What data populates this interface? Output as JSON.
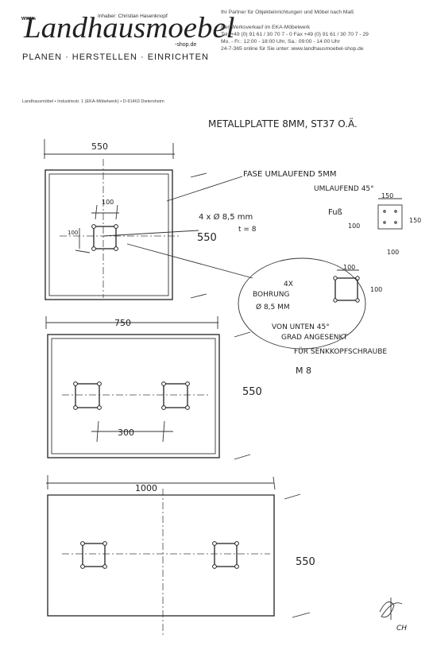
{
  "letterhead": {
    "www": "www.",
    "brand": "Landhausmoebel",
    "owner": "Inhaber: Christian Hasenknopf",
    "shop_suffix": "-shop.de",
    "tagline": "PLANEN · HERSTELLEN · EINRICHTEN",
    "partner_line": "Ihr Partner für Objekteinrichtungen und Möbel nach Maß",
    "contact_lines": [
      "Der Werksverkauf im EKA-Möbelwerk",
      "Tel. +49 (0) 91 61 / 30 70 7 - 0 Fax +49 (0) 91 61 / 30 70 7 - 29",
      "Mo. - Fr.: 12:00 - 18:00 Uhr, Sa.: 09:00 - 14:00 Uhr",
      "24-7-365 online für Sie unter: www.landhausmoebel-shop.de"
    ],
    "sender_line": "Landhausmöbel • Industriestr. 1 (EKA-Möbelwerk) • D-91463 Dietersheim"
  },
  "notes": {
    "title": "METALLPLATTE 8MM, ST37 O.Ä.",
    "fase": "FASE UMLAUFEND 5MM",
    "umlaufend": "UMLAUFEND 45°",
    "fuss": "Fuß",
    "holes": "4 x Ø 8,5 mm",
    "t": "t = 8",
    "bubble": [
      "4X",
      "BOHRUNG",
      "Ø 8,5 MM",
      "VON UNTEN 45°",
      "GRAD ANGESENKT",
      "FÜR SENKKOPFSCHRAUBE",
      "M 8"
    ]
  },
  "dims": {
    "p1_width": "550",
    "p1_height": "550",
    "p1_hole_w": "100",
    "p1_hole_h": "100",
    "fuss_w": "150",
    "fuss_h": "150",
    "fuss_left": "100",
    "fuss_bottom": "100",
    "bubble_w": "100",
    "bubble_h": "100",
    "p2_width": "750",
    "p2_height": "550",
    "p2_spacing": "300",
    "p3_width": "1000",
    "p3_height": "550"
  },
  "signature": "CH"
}
